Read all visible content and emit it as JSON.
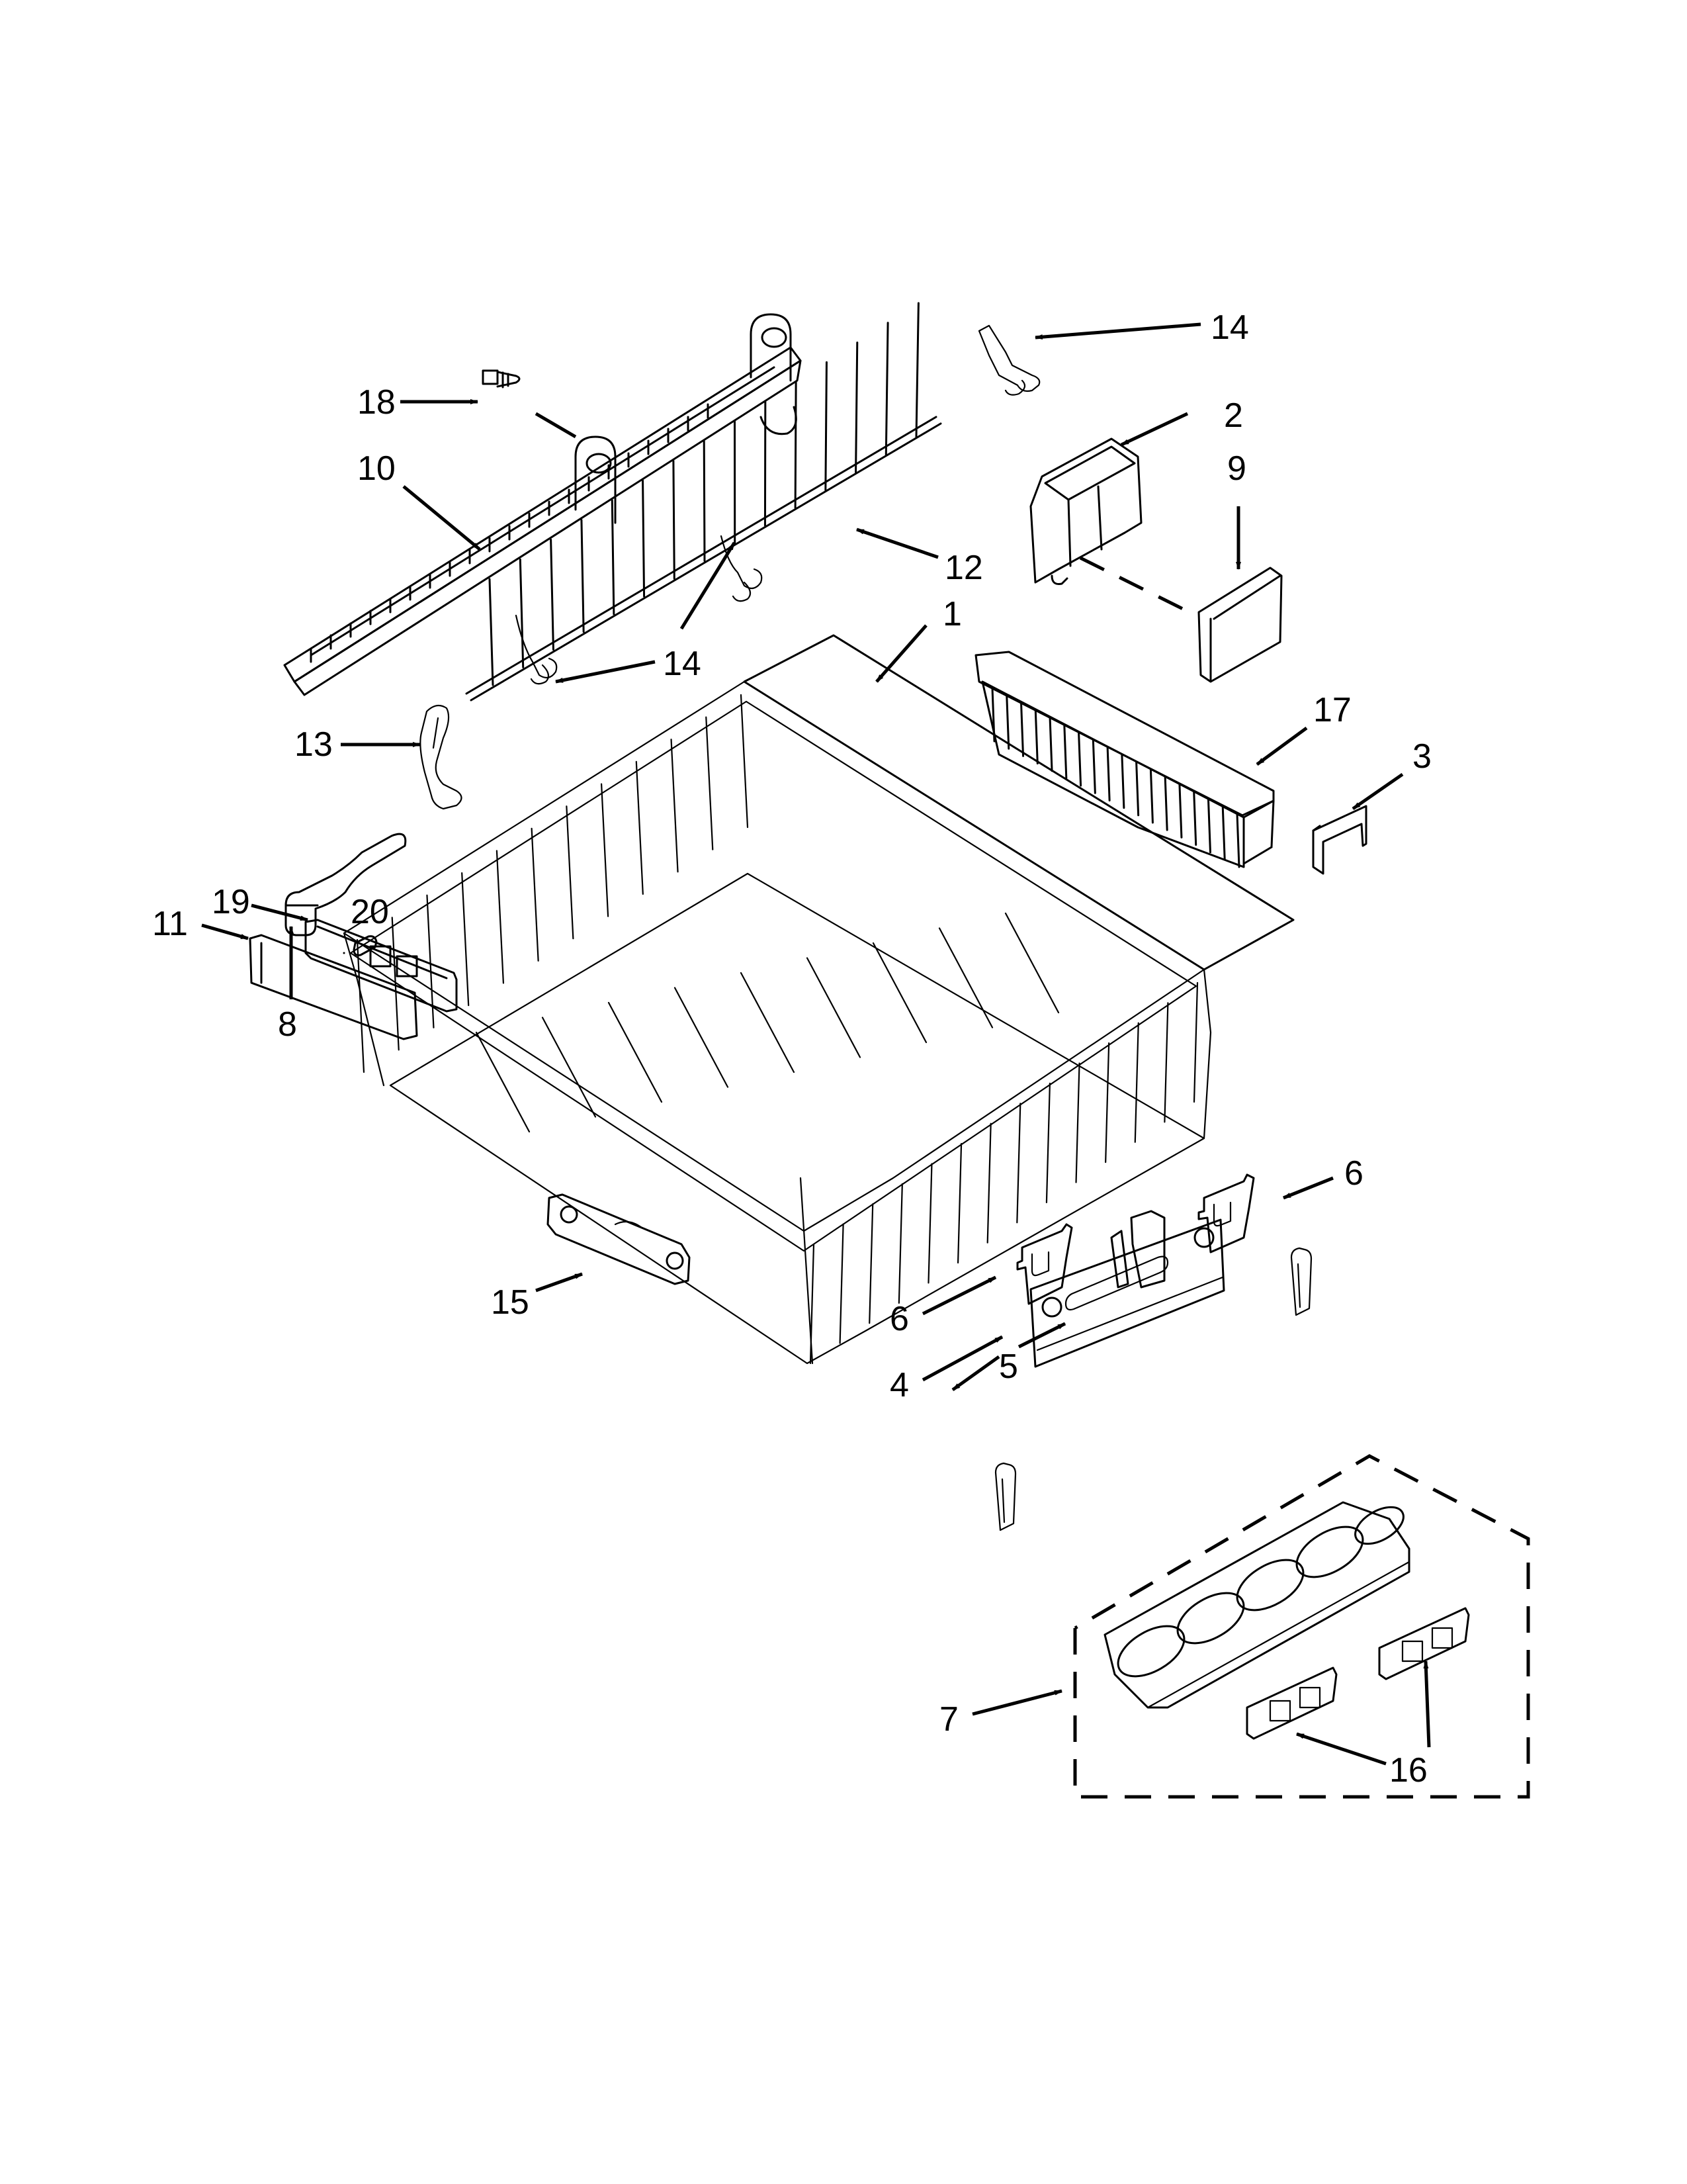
{
  "diagram": {
    "title": "Upper Rack and Track Parts",
    "callouts": [
      {
        "id": "c18",
        "label": "18",
        "part": "screw-track-stop"
      },
      {
        "id": "c10",
        "label": "10",
        "part": "rack-adjuster-track"
      },
      {
        "id": "c14a",
        "label": "14",
        "part": "tine-clip"
      },
      {
        "id": "c2",
        "label": "2",
        "part": "rack-adjuster"
      },
      {
        "id": "c9",
        "label": "9",
        "part": "adjuster-cover"
      },
      {
        "id": "c12",
        "label": "12",
        "part": "tine-row"
      },
      {
        "id": "c14b",
        "label": "14",
        "part": "tine-clip"
      },
      {
        "id": "c14c",
        "label": "14",
        "part": "tine-clip"
      },
      {
        "id": "c1",
        "label": "1",
        "part": "upper-dishrack"
      },
      {
        "id": "c17",
        "label": "17",
        "part": "silverware-basket"
      },
      {
        "id": "c3",
        "label": "3",
        "part": "basket-clip"
      },
      {
        "id": "c13",
        "label": "13",
        "part": "tine-pivot-clip"
      },
      {
        "id": "c8",
        "label": "8",
        "part": "lever"
      },
      {
        "id": "c19",
        "label": "19",
        "part": "handle-base"
      },
      {
        "id": "c11",
        "label": "11",
        "part": "handle-cover"
      },
      {
        "id": "c20",
        "label": "20",
        "part": "handle-screw"
      },
      {
        "id": "c15",
        "label": "15",
        "part": "rack-bracket"
      },
      {
        "id": "c6a",
        "label": "6",
        "part": "adjuster-clip"
      },
      {
        "id": "c6b",
        "label": "6",
        "part": "adjuster-clip"
      },
      {
        "id": "c4",
        "label": "4",
        "part": "adjuster-frame"
      },
      {
        "id": "c5",
        "label": "5",
        "part": "side-clip"
      },
      {
        "id": "c7",
        "label": "7",
        "part": "stemware-holder-kit"
      },
      {
        "id": "c16",
        "label": "16",
        "part": "holder-clip"
      }
    ]
  }
}
